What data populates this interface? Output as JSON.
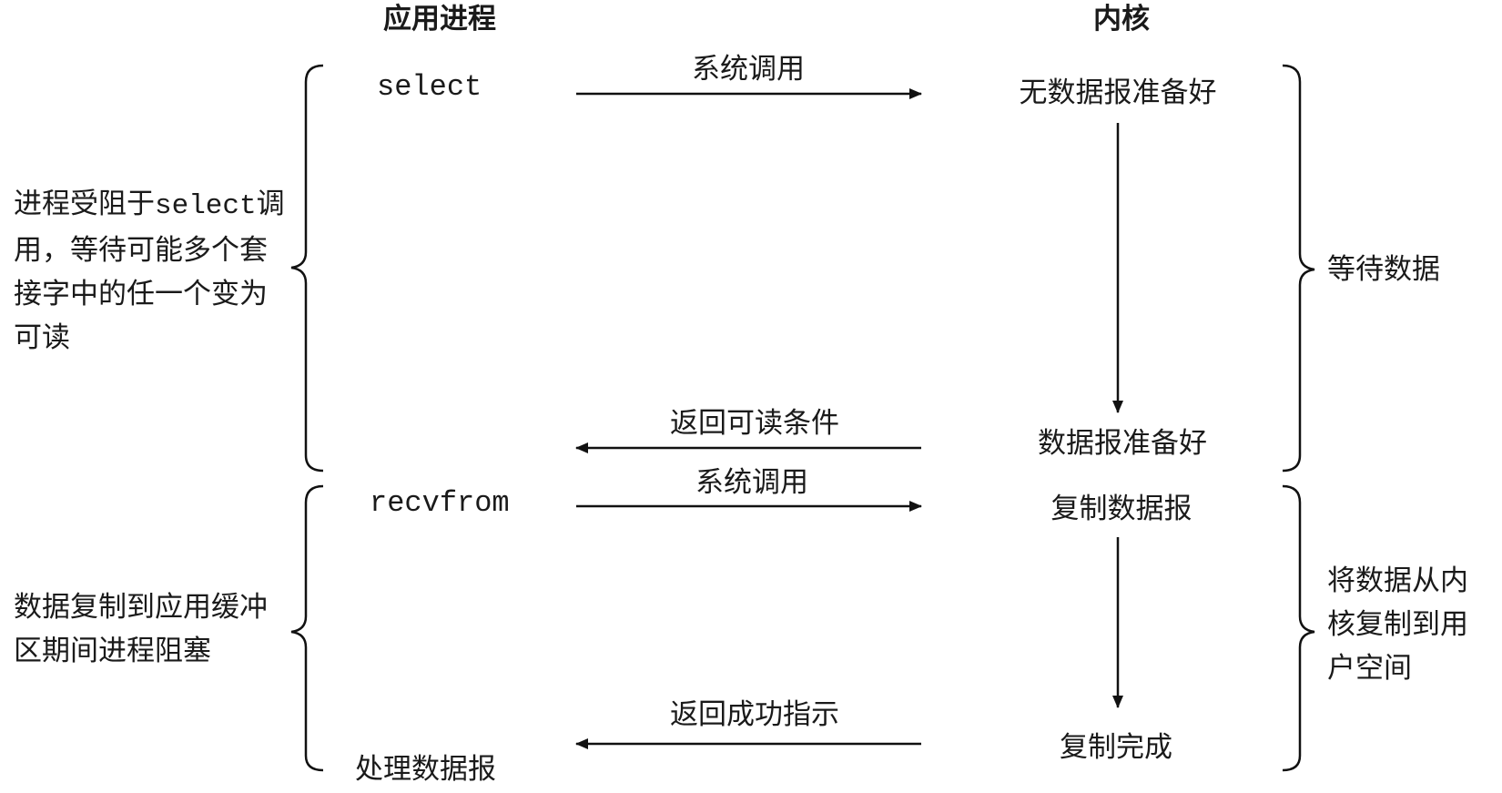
{
  "headers": {
    "app_process": "应用进程",
    "kernel": "内核"
  },
  "app_calls": {
    "select": "select",
    "recvfrom": "recvfrom",
    "process_datagram": "处理数据报"
  },
  "arrows": {
    "syscall_1": "系统调用",
    "return_readable": "返回可读条件",
    "syscall_2": "系统调用",
    "return_success": "返回成功指示"
  },
  "kernel_states": {
    "no_datagram_ready": "无数据报准备好",
    "datagram_ready": "数据报准备好",
    "copy_datagram": "复制数据报",
    "copy_complete": "复制完成"
  },
  "left_notes": {
    "blocked_select_part1": "进程受阻于",
    "blocked_select_code": "select",
    "blocked_select_part2": "调用，等待可能多个套接字中的任一个变为可读",
    "blocked_copy": "数据复制到应用缓冲区期间进程阻塞"
  },
  "right_notes": {
    "wait_data": "等待数据",
    "copy_to_user": "将数据从内核复制到用户空间"
  }
}
